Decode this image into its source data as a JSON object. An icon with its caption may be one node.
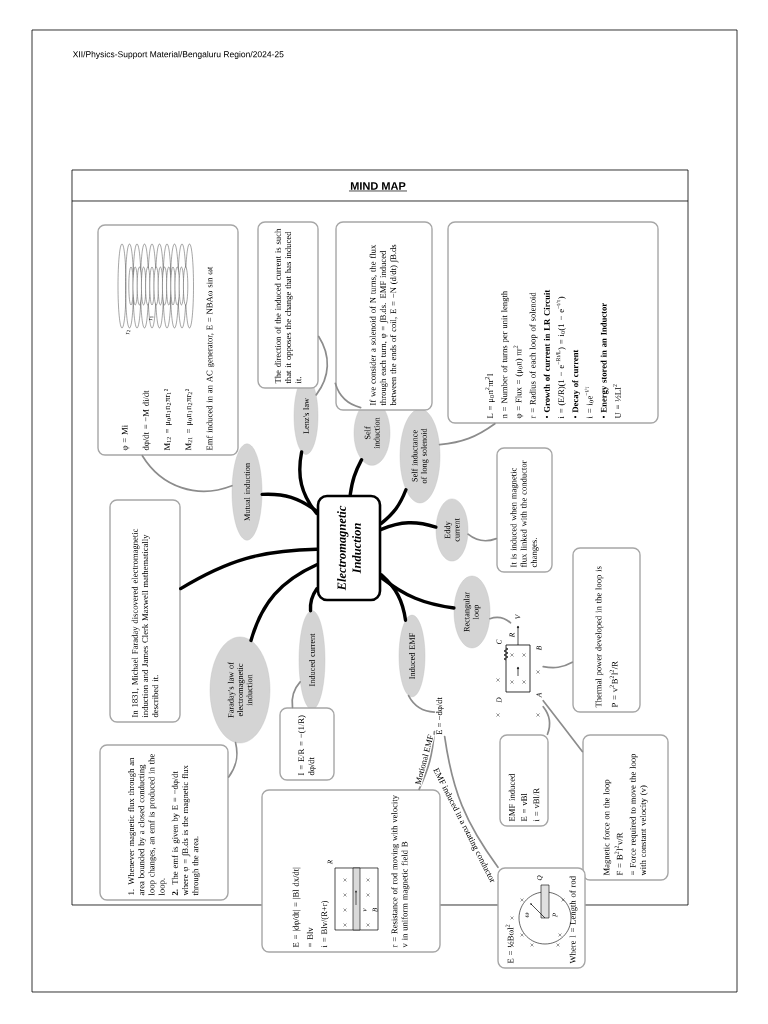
{
  "diagram": {
    "title": "MIND MAP",
    "nodes": [
      {
        "text": [
          "Electromagnetic Induction"
        ]
      },
      {
        "text": [
          "Mutual induction"
        ]
      },
      {
        "text": [
          "Lenz's law"
        ]
      },
      {
        "text": [
          "Self induction"
        ]
      },
      {
        "text": [
          "Self inductance of long solenoid"
        ]
      },
      {
        "text": [
          "Eddy current"
        ]
      },
      {
        "text": [
          "Rectangular loop"
        ]
      },
      {
        "text": [
          "Induced EMF"
        ]
      },
      {
        "text": [
          "Induced current"
        ]
      },
      {
        "text": [
          "Faraday's law of electromagnetic induction"
        ]
      },
      {
        "text": [
          "φ = Mi",
          "dφ/dt = −M di/dt",
          "M$_{12}$ = μ$_{0}$n$_{1}$n$_{2}$πr$_{1}$²",
          "M$_{21}$ = μ$_{0}$n$_{1}$n$_{2}$πr$_{2}$²",
          "Emf induced in an AC generator, E = NBAω sin ωt"
        ]
      },
      {
        "text": [
          "The direction of the induced current is such that it opposes the change that has induced it."
        ]
      },
      {
        "text": [
          "If we consider a solenoid of N turns, the flux through each turn, φ = ∫B.ds. EMF induced between the ends of coil, E = −N (d/dt) ∫B.ds"
        ]
      },
      {
        "text": [
          "L = μ$_{0}$n$^{2}$πr$^{2}$l",
          "n = Number of turns per unit length",
          "φ = Flux = (μ$_{0}$n) πr$^{2}$",
          "r = Radius of each loop of solenoid",
          "• **Growth of current in LR Circuit**",
          "i = (E/R)(1 − e$^{−Rt/L}$) = i$_{0}$(1 − e$^{−t/τ}$)",
          "• **Decay of current**",
          "i = i$_{0}$e$^{−t/τ}$",
          "• **Energy stored in an Inductor**",
          "U = ½LI$^{2}$"
        ]
      },
      {
        "text": [
          "It is induced when magnetic flux linked with the conductor changes."
        ]
      },
      {
        "text": [
          "Thermal power developed in the loop is",
          "P = v$^{2}$B$^{2}$l$^{2}$/R"
        ]
      },
      {
        "text": [
          "In 1831, Michael Faraday discovered electromagnetic induction and James Clerk Maxwell mathematically described it."
        ]
      },
      {
        "text": [
          "1. Whenever magnetic flux through an area bounded by a closed conducting loop changes, an emf is produced in the loop.",
          "**2.** The emf is given by E = −dφ/dt where φ = ∫B.ds is the magnetic flux through the area."
        ]
      },
      {
        "text": [
          "I = E/R = −(1/R) dφ/dt"
        ]
      },
      {
        "text": [
          "E = |dφ/dt| = |Bl dx/dt|",
          "= Blv",
          "i = Blv/(R+r)",
          "r = Resistance of rod moving with velocity v in uniform magnetic field B"
        ]
      },
      {
        "text": [],
        "shape": "picture"
      },
      {
        "text": [
          "EMF induced",
          "E = vBl",
          "i = vBl/R"
        ]
      },
      {
        "text": [
          "Magnetic force on the loop",
          "F = B$^{2}$l$^{2}$v/R",
          "= Force required to move the loop with constant velocity (v)"
        ]
      },
      {
        "text": [
          "E = ½Bωl$^{2}$",
          "Where l = Length of rod"
        ]
      },
      {
        "text": [
          "E = −dφ/dt"
        ]
      }
    ],
    "edges": [
      {
        "from": 0,
        "to": 1,
        "arrow": "none",
        "style": "thick",
        "color": "#000000"
      },
      {
        "from": 0,
        "to": 2,
        "arrow": "none",
        "style": "thick",
        "color": "#000000"
      },
      {
        "from": 0,
        "to": 3,
        "arrow": "none",
        "style": "thick",
        "color": "#000000"
      },
      {
        "from": 0,
        "to": 4,
        "arrow": "none",
        "style": "thick",
        "color": "#000000"
      },
      {
        "from": 0,
        "to": 5,
        "arrow": "none",
        "style": "thick",
        "color": "#000000"
      },
      {
        "from": 0,
        "to": 6,
        "arrow": "none",
        "style": "thick",
        "color": "#000000"
      },
      {
        "from": 0,
        "to": 7,
        "arrow": "none",
        "style": "thick",
        "color": "#000000"
      },
      {
        "from": 0,
        "to": 8,
        "arrow": "none",
        "style": "thick",
        "color": "#000000"
      },
      {
        "from": 0,
        "to": 9,
        "arrow": "none",
        "style": "thick",
        "color": "#000000"
      },
      {
        "from": 0,
        "to": 16,
        "arrow": "none",
        "style": "thick",
        "color": "#000000"
      },
      {
        "from": 1,
        "to": 10,
        "arrow": "none"
      },
      {
        "from": 2,
        "to": 11,
        "arrow": "none"
      },
      {
        "from": 3,
        "to": 12,
        "arrow": "none"
      },
      {
        "from": 4,
        "to": 13,
        "arrow": "none"
      },
      {
        "from": 5,
        "to": 14,
        "arrow": "none"
      },
      {
        "from": 6,
        "to": 20,
        "arrow": "none"
      },
      {
        "from": 20,
        "to": 15,
        "arrow": "none"
      },
      {
        "from": 20,
        "to": 21,
        "arrow": "none"
      },
      {
        "from": 20,
        "to": 22,
        "arrow": "none"
      },
      {
        "from": 8,
        "to": 18,
        "arrow": "none"
      },
      {
        "from": 9,
        "to": 17,
        "arrow": "none"
      },
      {
        "from": 7,
        "to": 24,
        "arrow": "none"
      },
      {
        "from": 24,
        "to": 19,
        "arrow": "none",
        "label": "Motional EMF"
      },
      {
        "from": 24,
        "to": 23,
        "arrow": "none",
        "label": "EMF induced in a rotating conductor"
      }
    ],
    "labels": [
      "XII/Physics-Support Material/Bengaluru Region/2024-25",
      "r$_{2}$",
      "r$_{1}$",
      "R",
      "v",
      "B",
      "ω",
      "P",
      "Q",
      "D",
      "C",
      "A",
      "B",
      "R",
      "V"
    ]
  }
}
